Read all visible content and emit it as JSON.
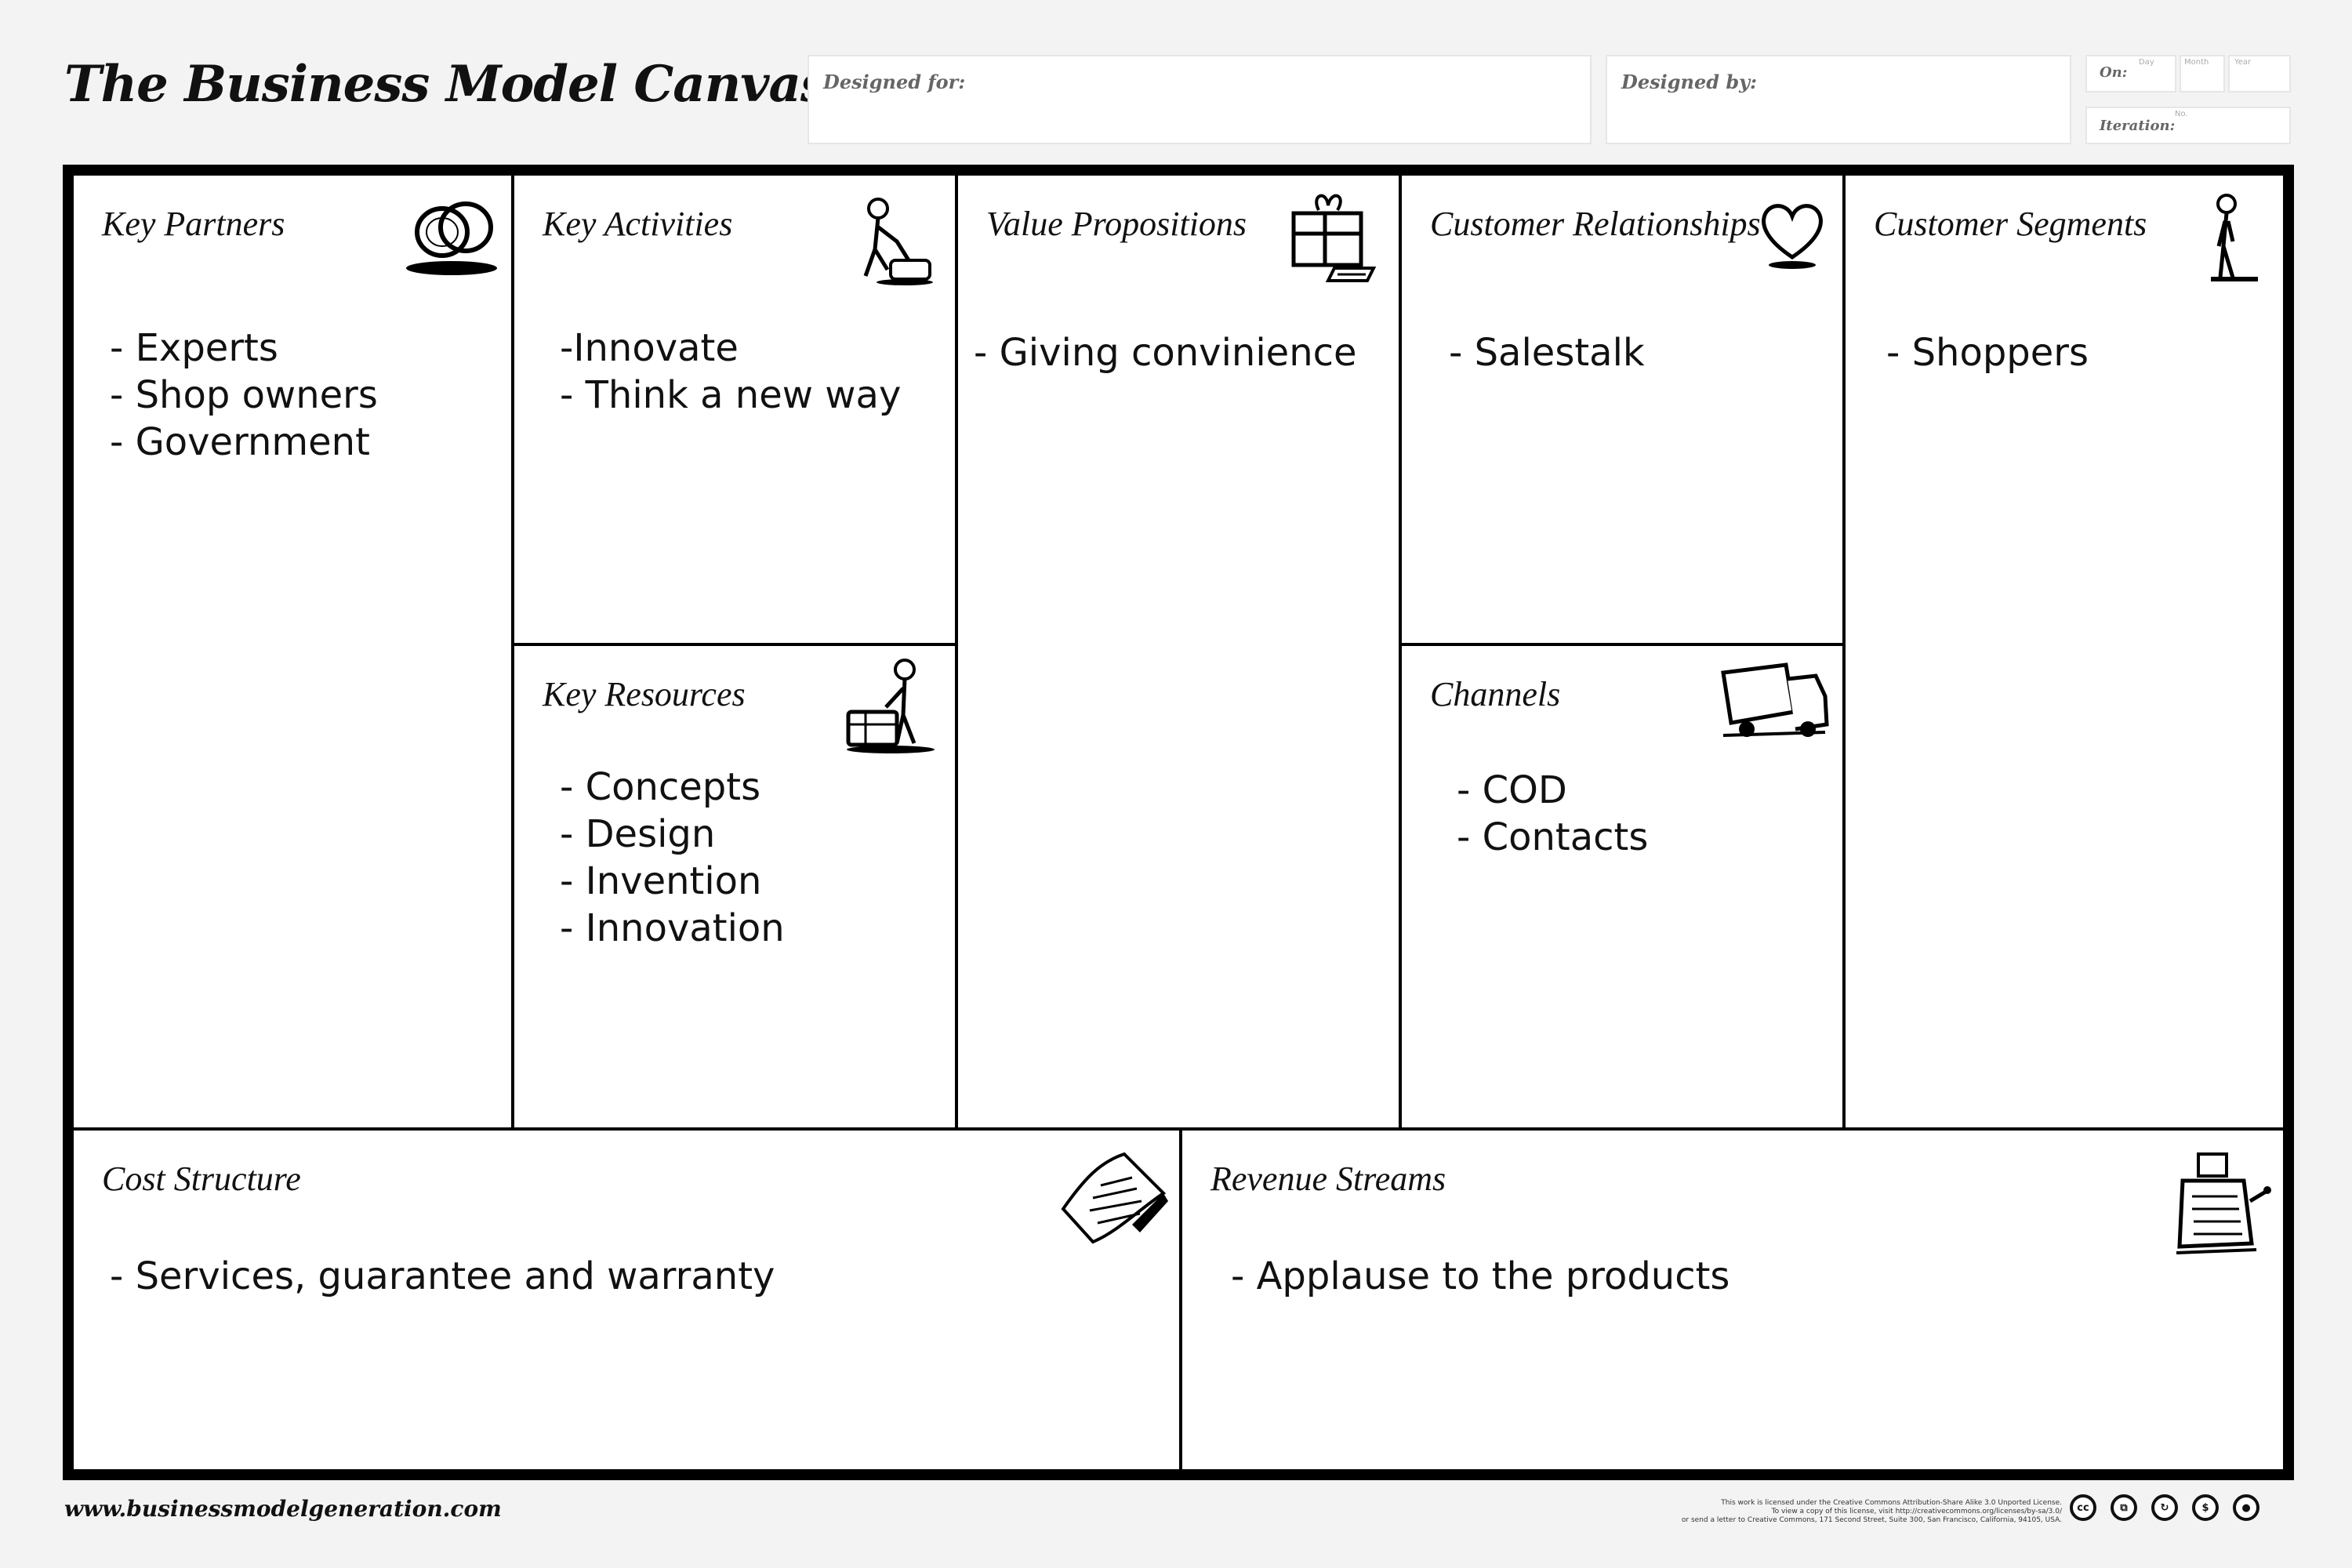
{
  "header": {
    "title": "The Business Model Canvas",
    "designed_for_label": "Designed for:",
    "designed_by_label": "Designed by:",
    "on_label": "On:",
    "day_label": "Day",
    "month_label": "Month",
    "year_label": "Year",
    "iteration_label": "Iteration:",
    "no_label": "No."
  },
  "blocks": {
    "key_partners": {
      "title": "Key Partners",
      "items": [
        "- Experts",
        "- Shop owners",
        "- Government"
      ]
    },
    "key_activities": {
      "title": "Key Activities",
      "items": [
        "-Innovate",
        "- Think a new way"
      ]
    },
    "key_resources": {
      "title": "Key Resources",
      "items": [
        "- Concepts",
        "- Design",
        "- Invention",
        "- Innovation"
      ]
    },
    "value_propositions": {
      "title": "Value Propositions",
      "items": [
        "- Giving convinience"
      ]
    },
    "customer_relationships": {
      "title": "Customer Relationships",
      "items": [
        "- Salestalk"
      ]
    },
    "channels": {
      "title": "Channels",
      "items": [
        "- COD",
        "- Contacts"
      ]
    },
    "customer_segments": {
      "title": "Customer Segments",
      "items": [
        "- Shoppers"
      ]
    },
    "cost_structure": {
      "title": "Cost Structure",
      "items": [
        "- Services, guarantee and warranty"
      ]
    },
    "revenue_streams": {
      "title": "Revenue Streams",
      "items": [
        "- Applause to the products"
      ]
    }
  },
  "icons": {
    "key_partners": "chain-links-icon",
    "key_activities": "worker-icon",
    "key_resources": "worker-with-crate-icon",
    "value_propositions": "gift-box-icon",
    "customer_relationships": "heart-icon",
    "channels": "delivery-truck-icon",
    "customer_segments": "standing-person-icon",
    "cost_structure": "price-tag-icon",
    "revenue_streams": "cash-register-icon"
  },
  "footer": {
    "url": "www.businessmodelgeneration.com",
    "license_line1": "This work is licensed under the Creative Commons Attribution-Share Alike 3.0 Unported License.",
    "license_line2": "To view a copy of this license, visit http://creativecommons.org/licenses/by-sa/3.0/",
    "license_line3": "or send a letter to Creative Commons, 171 Second Street, Suite 300, San Francisco, California, 94105, USA.",
    "cc_icons": [
      {
        "name": "cc-icon",
        "glyph": "cc"
      },
      {
        "name": "copy-icon",
        "glyph": "⧉"
      },
      {
        "name": "remix-icon",
        "glyph": "↻"
      },
      {
        "name": "no-commercial-icon",
        "glyph": "$"
      },
      {
        "name": "attribution-icon",
        "glyph": "●"
      }
    ]
  }
}
